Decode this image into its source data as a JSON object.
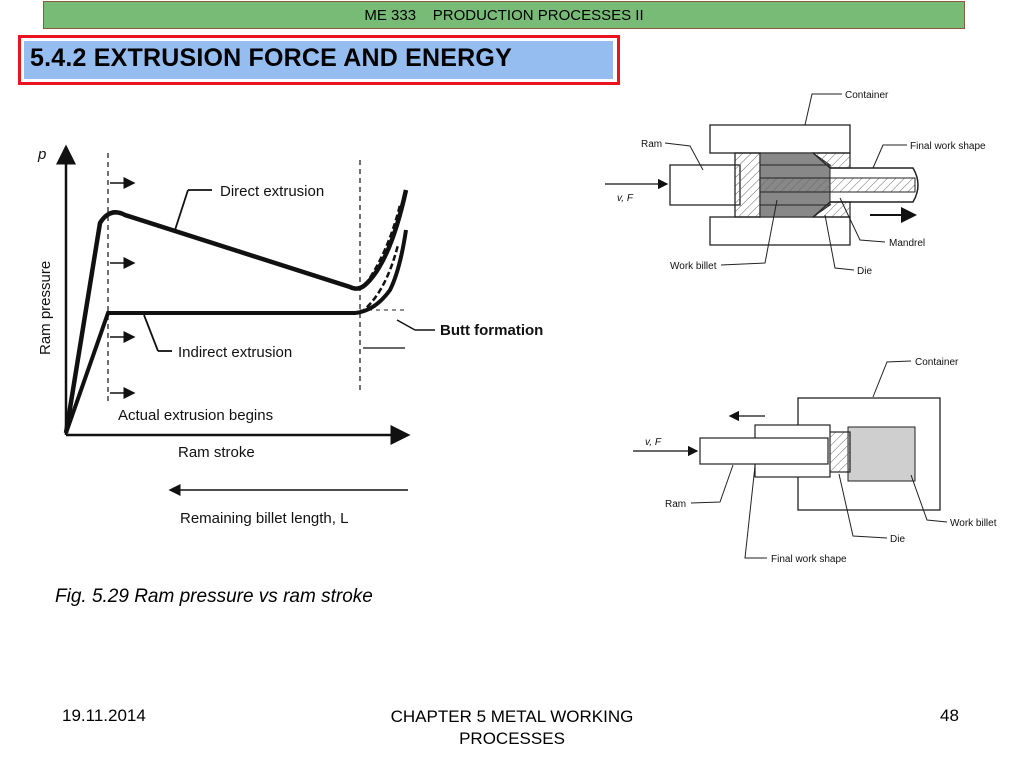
{
  "header": {
    "course": "ME 333",
    "course_title": "PRODUCTION PROCESSES II"
  },
  "slide": {
    "title": "5.4.2 EXTRUSION FORCE AND ENERGY",
    "caption": "Fig. 5.29 Ram pressure vs ram stroke"
  },
  "graph": {
    "y_label": "Ram pressure",
    "y_symbol": "p",
    "x_label": "Ram stroke",
    "x_label_bottom": "Remaining billet length, L",
    "curve_direct": "Direct extrusion",
    "curve_indirect": "Indirect extrusion",
    "note_begins": "Actual extrusion begins",
    "note_butt": "Butt formation"
  },
  "diagram_direct": {
    "container": "Container",
    "ram": "Ram",
    "final_work_shape": "Final work shape",
    "vf": "v, F",
    "mandrel": "Mandrel",
    "work_billet": "Work billet",
    "die": "Die"
  },
  "diagram_indirect": {
    "container": "Container",
    "vf": "v, F",
    "ram": "Ram",
    "die": "Die",
    "work_billet": "Work billet",
    "final_work_shape": "Final work shape"
  },
  "footer": {
    "date": "19.11.2014",
    "chapter": "CHAPTER 5 METAL WORKING PROCESSES",
    "page": "48"
  }
}
